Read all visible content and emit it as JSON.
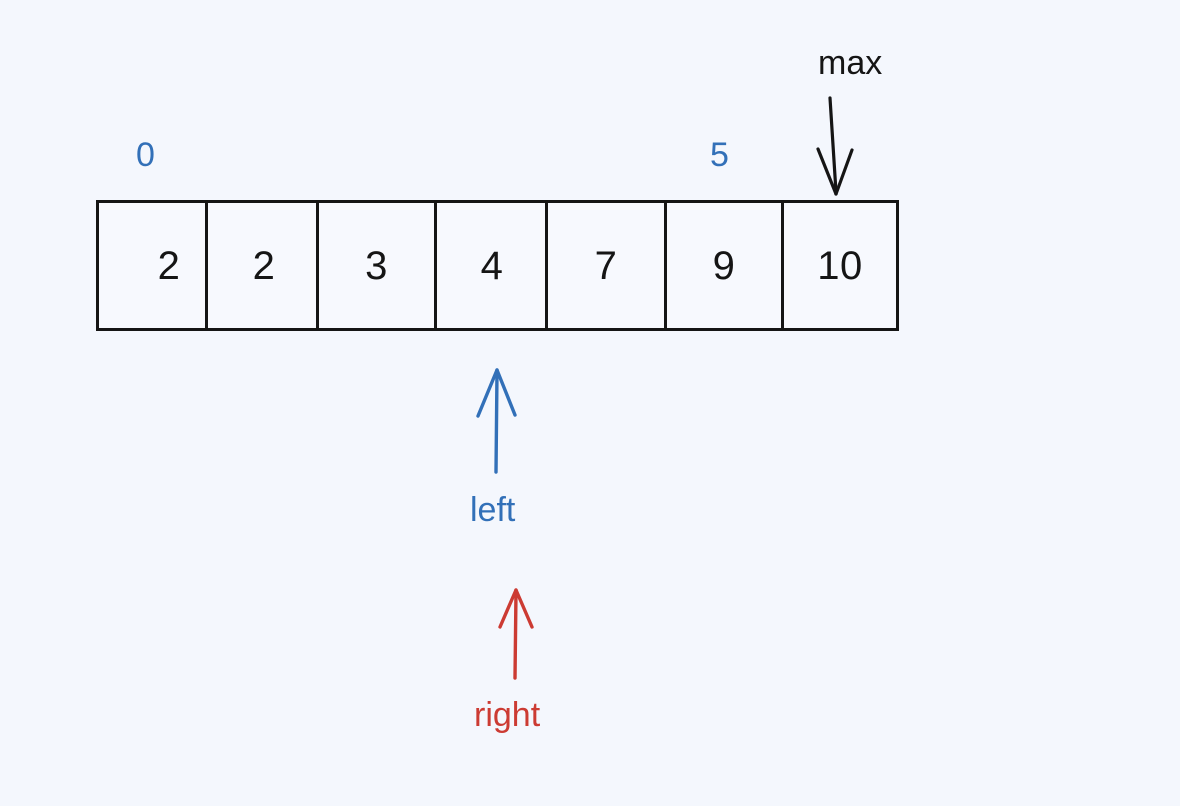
{
  "diagram": {
    "title_text": "",
    "background_color": "#f4f7fd",
    "colors": {
      "blue": "#3270b8",
      "red": "#cc3b33",
      "black": "#151515"
    }
  },
  "array": {
    "cells": [
      {
        "index": 0,
        "value": "2"
      },
      {
        "index": 1,
        "value": "2"
      },
      {
        "index": 2,
        "value": "3"
      },
      {
        "index": 3,
        "value": "4"
      },
      {
        "index": 4,
        "value": "7"
      },
      {
        "index": 5,
        "value": "9"
      },
      {
        "index": 6,
        "value": "10"
      }
    ]
  },
  "index_labels": [
    {
      "text": "0",
      "cell_index": 0,
      "color": "#3270b8"
    },
    {
      "text": "5",
      "cell_index": 5,
      "color": "#3270b8"
    }
  ],
  "pointers": [
    {
      "name": "max",
      "label": "max",
      "color": "#151515",
      "direction": "down",
      "target_cell_index": 6,
      "target_value": "10"
    },
    {
      "name": "left",
      "label": "left",
      "color": "#3270b8",
      "direction": "up",
      "target_cell_index": 3,
      "target_value": "4"
    },
    {
      "name": "right",
      "label": "right",
      "color": "#cc3b33",
      "direction": "up",
      "target_cell_index": 3,
      "target_value": "4"
    }
  ]
}
